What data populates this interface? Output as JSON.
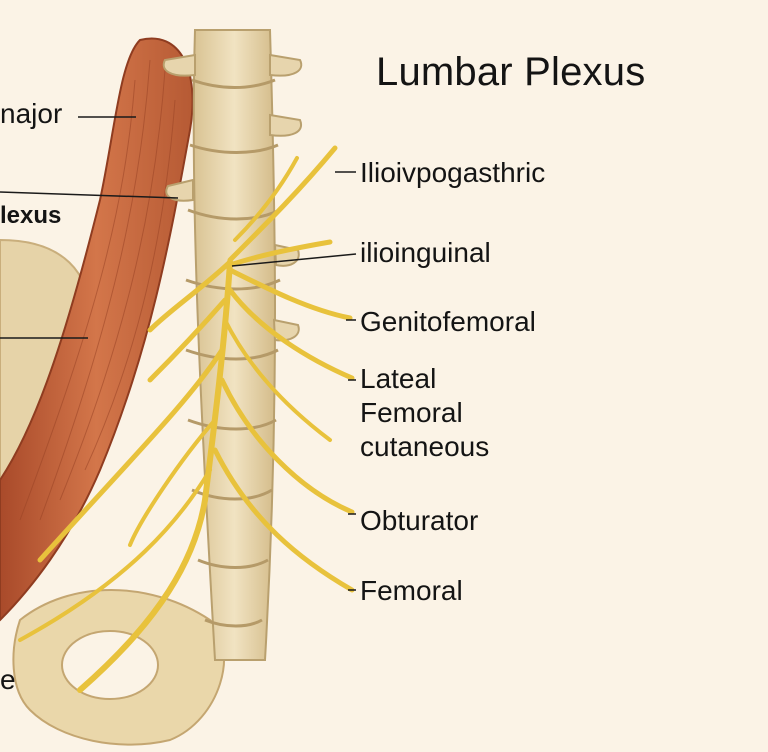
{
  "title": "Lumbar Plexus",
  "left_labels": {
    "psoas": "najor",
    "plexus": "lexus",
    "bottom": "e"
  },
  "nerves": [
    {
      "id": "iliohypogastric",
      "label": "Ilioivpogasthric"
    },
    {
      "id": "ilioinguinal",
      "label": "ilioinguinal"
    },
    {
      "id": "genitofemoral",
      "label": "Genitofemoral"
    },
    {
      "id": "lateral-femoral",
      "label": [
        "Lateal",
        "Femoral",
        "cutaneous"
      ]
    },
    {
      "id": "obturator",
      "label": "Obturator"
    },
    {
      "id": "femoral",
      "label": "Femoral"
    }
  ],
  "colors": {
    "background": "#fbf3e6",
    "nerve": "#e8c23c",
    "muscle": "#c8643c",
    "bone": "#e9d9b4",
    "text": "#141414"
  }
}
